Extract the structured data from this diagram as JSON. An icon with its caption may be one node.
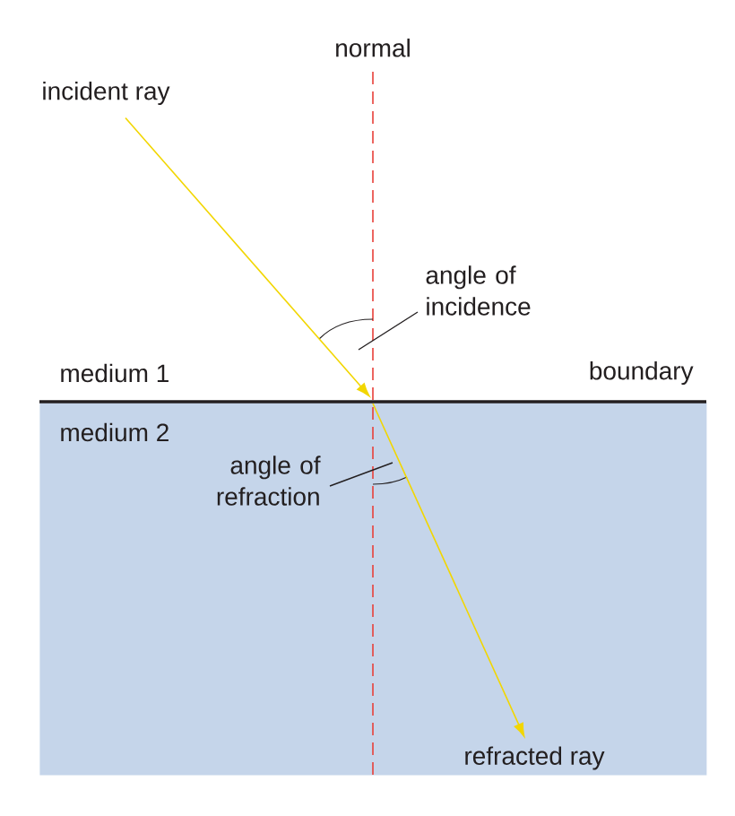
{
  "diagram": {
    "nodes": [
      {
        "text": [
          "incident ray"
        ]
      },
      {
        "text": [
          "angle of incidence"
        ]
      },
      {
        "text": [],
        "shape": "arc"
      },
      {
        "text": [
          "medium 2"
        ]
      },
      {
        "text": [
          "angle of refraction"
        ],
        "in": 3
      },
      {
        "text": [],
        "shape": "arc",
        "in": 3
      },
      {
        "text": [
          "refracted ray"
        ],
        "in": 3
      }
    ],
    "edges": [
      {
        "from": 0,
        "to": 3,
        "arrow": "to",
        "color": "#f2d600"
      },
      {
        "from": null,
        "to": 6,
        "arrow": "to",
        "color": "#f2d600"
      },
      {
        "from": 1,
        "to": 2,
        "arrow": "none",
        "color": "#231f20"
      },
      {
        "from": 4,
        "to": 5,
        "arrow": "none",
        "color": "#231f20"
      }
    ],
    "labels": [
      "normal",
      "medium 1",
      "boundary"
    ]
  }
}
